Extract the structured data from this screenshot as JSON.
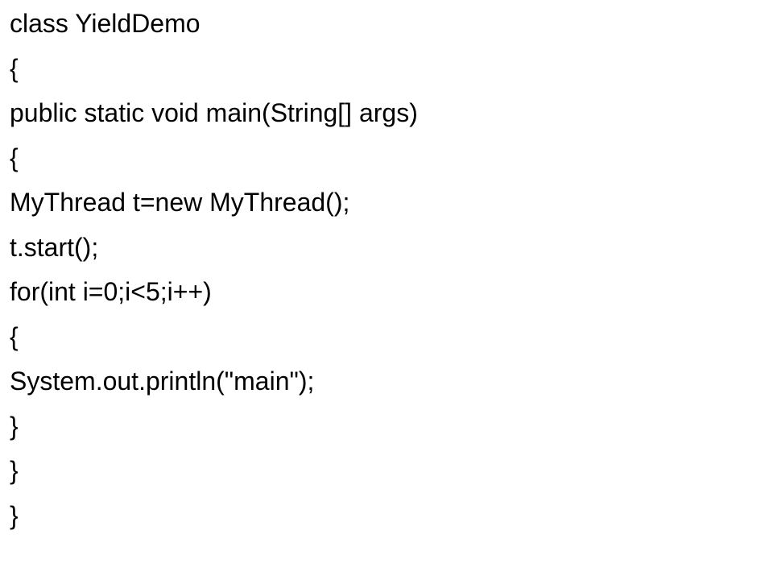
{
  "code_lines": [
    "class YieldDemo",
    "{",
    "public static void main(String[] args)",
    "{",
    "MyThread t=new MyThread();",
    "t.start();",
    "for(int i=0;i<5;i++)",
    "{",
    "System.out.println(\"main\");",
    "}",
    "}",
    "}"
  ]
}
